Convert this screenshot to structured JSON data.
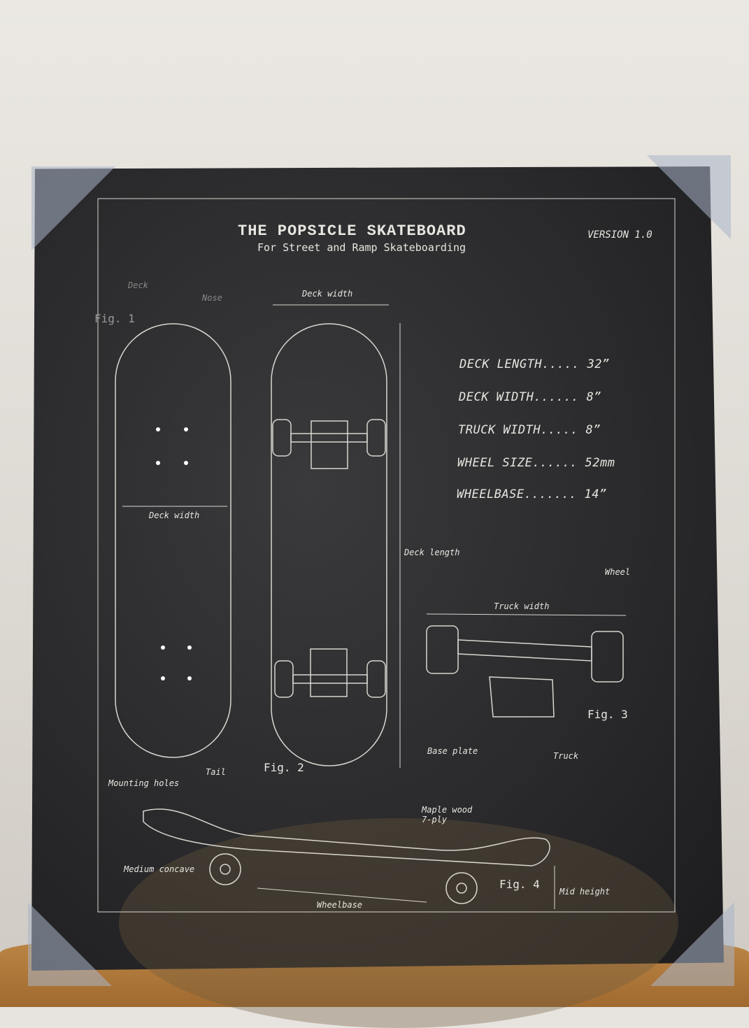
{
  "poster": {
    "title": "THE POPSICLE SKATEBOARD",
    "subtitle": "For Street and Ramp Skateboarding",
    "version": "VERSION 1.0"
  },
  "fig1": {
    "label": "Fig. 1",
    "deck": "Deck",
    "nose": "Nose",
    "deck_width": "Deck width",
    "mounting_holes": "Mounting holes",
    "tail": "Tail"
  },
  "fig2": {
    "label": "Fig. 2",
    "deck_width": "Deck width",
    "deck_length": "Deck length"
  },
  "fig3": {
    "label": "Fig. 3",
    "wheel": "Wheel",
    "truck_width": "Truck width",
    "base_plate": "Base plate",
    "truck": "Truck"
  },
  "fig4": {
    "label": "Fig. 4",
    "maple": "Maple wood",
    "ply": "7-ply",
    "concave": "Medium concave",
    "wheelbase": "Wheelbase",
    "mid_height": "Mid height"
  },
  "specs": [
    "DECK LENGTH..... 32”",
    "DECK WIDTH...... 8”",
    "TRUCK WIDTH..... 8”",
    "WHEEL SIZE...... 52mm",
    "WHEELBASE....... 14”"
  ],
  "colors": {
    "canvas": "#2a2a2c",
    "ink": "#e8e6e0",
    "wall": "#e7e4df",
    "wood": "#b07a3a"
  }
}
